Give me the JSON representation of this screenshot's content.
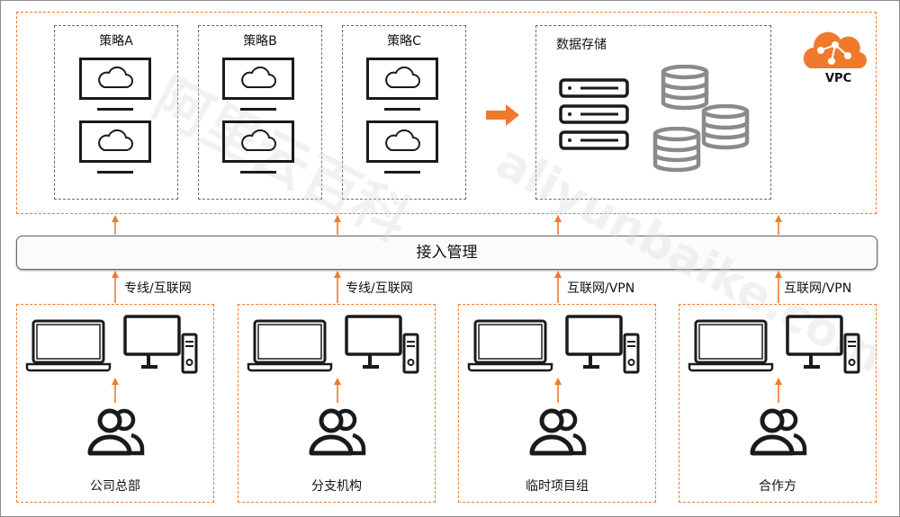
{
  "strategies": [
    {
      "label": "策略A"
    },
    {
      "label": "策略B"
    },
    {
      "label": "策略C"
    }
  ],
  "storage": {
    "label": "数据存储"
  },
  "vpc": {
    "label": "VPC"
  },
  "access": {
    "label": "接入管理"
  },
  "connections": [
    {
      "label": "专线/互联网"
    },
    {
      "label": "专线/互联网"
    },
    {
      "label": "互联网/VPN"
    },
    {
      "label": "互联网/VPN"
    }
  ],
  "groups": [
    {
      "label": "公司总部"
    },
    {
      "label": "分支机构"
    },
    {
      "label": "临时项目组"
    },
    {
      "label": "合作方"
    }
  ],
  "watermark": {
    "brand_cn": "阿里云百科",
    "brand_en": "aliyunbaike.com"
  },
  "colors": {
    "accent": "#f07a2c",
    "dark": "#1a1a1a",
    "gray": "#8a8a8a"
  }
}
